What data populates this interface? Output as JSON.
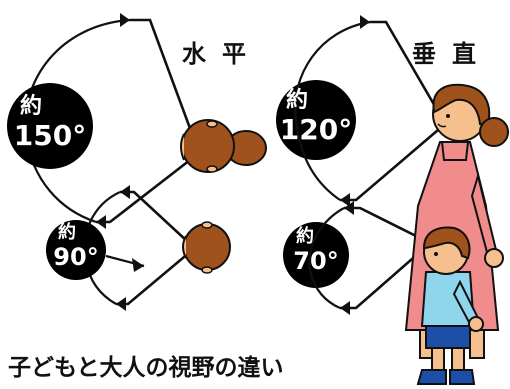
{
  "headings": {
    "horizontal": "水平",
    "vertical": "垂直"
  },
  "labels": {
    "adult_horizontal": {
      "prefix": "約",
      "value": "150°"
    },
    "child_horizontal": {
      "prefix": "約",
      "value": "90°"
    },
    "adult_vertical": {
      "prefix": "約",
      "value": "120°"
    },
    "child_vertical": {
      "prefix": "約",
      "value": "70°"
    }
  },
  "caption": "子どもと大人の視野の違い",
  "colors": {
    "hair": "#a0521d",
    "skin": "#f6c08e",
    "adult_dress": "#f08c8c",
    "child_shirt": "#8fd6ec",
    "child_shorts": "#1e4fa8",
    "badge": "#000000"
  }
}
